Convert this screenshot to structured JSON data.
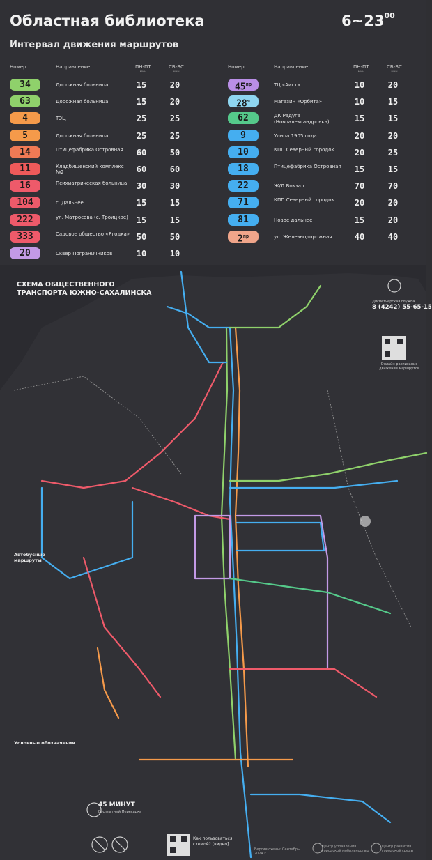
{
  "header": {
    "title": "Областная библиотека",
    "hours_from": "6",
    "hours_sep": "~",
    "hours_to": "23",
    "hours_to_minutes": "00",
    "subtitle": "Интервал движения маршрутов"
  },
  "table_header": {
    "number": "Номер",
    "direction": "Направление",
    "weekdays": "ПН-ПТ",
    "weekend": "СБ-ВС",
    "unit": "мин"
  },
  "routes_left": [
    {
      "num": "34",
      "dir": "Дорожная больница",
      "wd": "15",
      "we": "20",
      "color": "#8fd16b"
    },
    {
      "num": "63",
      "dir": "Дорожная больница",
      "wd": "15",
      "we": "20",
      "color": "#8fd16b"
    },
    {
      "num": "4",
      "dir": "ТЭЦ",
      "wd": "25",
      "we": "25",
      "color": "#f59a4a"
    },
    {
      "num": "5",
      "dir": "Дорожная больница",
      "wd": "25",
      "we": "25",
      "color": "#f59a4a"
    },
    {
      "num": "14",
      "dir": "Птицефабрика Островная",
      "wd": "60",
      "we": "50",
      "color": "#f07a55"
    },
    {
      "num": "11",
      "dir": "Кладбищенский комплекс №2",
      "wd": "60",
      "we": "60",
      "color": "#ee5a5a"
    },
    {
      "num": "16",
      "dir": "Психиатрическая больница",
      "wd": "30",
      "we": "30",
      "color": "#ee5a6a"
    },
    {
      "num": "104",
      "dir": "с. Дальнее",
      "wd": "15",
      "we": "15",
      "color": "#ee5a6a"
    },
    {
      "num": "222",
      "dir": "ул. Матросова (с. Троицкое)",
      "wd": "15",
      "we": "15",
      "color": "#ee5a6a"
    },
    {
      "num": "333",
      "dir": "Садовое общество «Ягодка»",
      "wd": "50",
      "we": "50",
      "color": "#ee5a6a"
    },
    {
      "num": "20",
      "dir": "Сквер Пограничников",
      "wd": "10",
      "we": "10",
      "color": "#c39ae6"
    }
  ],
  "routes_right": [
    {
      "num": "45",
      "sup": "пр",
      "dir": "ТЦ «Аист»",
      "wd": "10",
      "we": "20",
      "color": "#b98ee6"
    },
    {
      "num": "28",
      "sup": "ч",
      "dir": "Магазин «Орбита»",
      "wd": "10",
      "we": "15",
      "color": "#8fd6f0"
    },
    {
      "num": "62",
      "dir": "ДК Радуга (Новоалександровка)",
      "wd": "15",
      "we": "15",
      "color": "#55c98a"
    },
    {
      "num": "9",
      "dir": "Улица 1905 года",
      "wd": "20",
      "we": "20",
      "color": "#45aef0"
    },
    {
      "num": "10",
      "dir": "КПП Северный городок",
      "wd": "20",
      "we": "25",
      "color": "#45aef0"
    },
    {
      "num": "18",
      "dir": "Птицефабрика Островная",
      "wd": "15",
      "we": "15",
      "color": "#45aef0"
    },
    {
      "num": "22",
      "dir": "Ж/Д Вокзал",
      "wd": "70",
      "we": "70",
      "color": "#45aef0"
    },
    {
      "num": "71",
      "dir": "КПП Северный городок",
      "wd": "20",
      "we": "20",
      "color": "#45aef0"
    },
    {
      "num": "81",
      "dir": "Новое дальнее",
      "wd": "15",
      "we": "20",
      "color": "#45aef0"
    },
    {
      "num": "2",
      "sup": "пр",
      "dir": "ул. Железнодорожная",
      "wd": "40",
      "we": "40",
      "color": "#f0a58a"
    }
  ],
  "map": {
    "title_line1": "СХЕМА ОБЩЕСТВЕННОГО",
    "title_line2": "ТРАНСПОРТА ЮЖНО-САХАЛИНСКА",
    "phone_caption": "Диспетчерская служба",
    "phone": "8 (4242) 55-65-15",
    "qr_caption": "Онлайн-расписание движения маршрутов",
    "bus_routes_label": "Автобусные маршруты",
    "legend_label": "Условные обозначения",
    "minutes_label": "45 МИНУТ",
    "minutes_sub": "Бесплатный Пересадка",
    "howto": "Как пользоваться схемой? [видео]",
    "version": "Версия схемы: Сентябрь 2024 г.",
    "center1": "Центр управления городской мобильностью",
    "center2": "Центр развития городской среды"
  }
}
